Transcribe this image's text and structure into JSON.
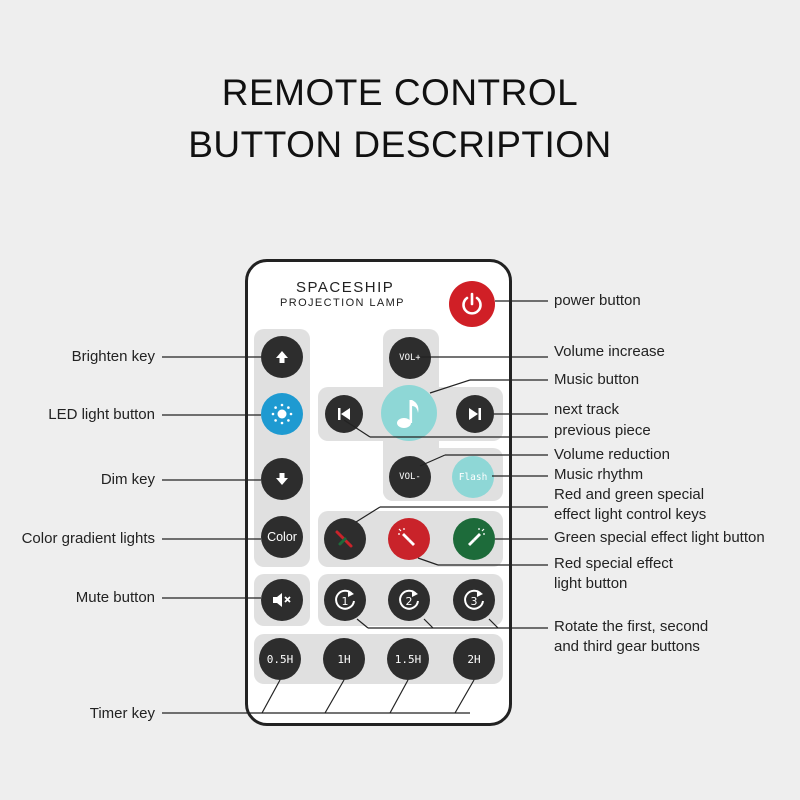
{
  "title": {
    "line1": "REMOTE CONTROL",
    "line2": "BUTTON DESCRIPTION"
  },
  "remote": {
    "brand_line1": "SPACESHIP",
    "brand_line2": "PROJECTION LAMP",
    "buttons": {
      "vol_up": "VOL+",
      "vol_down": "VOL-",
      "flash": "Flash",
      "color": "Color",
      "timer_05": "0.5H",
      "timer_1": "1H",
      "timer_15": "1.5H",
      "timer_2": "2H"
    },
    "colors": {
      "power": "#d01f26",
      "led": "#1e9ad1",
      "music": "#8ed7d6",
      "flash": "#8ed7d6",
      "red_effect": "#c9232a",
      "green_effect": "#1d6b3a"
    },
    "icons": [
      "power-icon",
      "up-arrow-icon",
      "sun-icon",
      "down-arrow-icon",
      "mute-icon",
      "music-note-icon",
      "previous-track-icon",
      "next-track-icon",
      "flashlight-icon",
      "rotate-1-icon",
      "rotate-2-icon",
      "rotate-3-icon"
    ]
  },
  "labels": {
    "left": {
      "brighten": "Brighten key",
      "led": "LED light button",
      "dim": "Dim key",
      "color": "Color gradient lights",
      "mute": "Mute button",
      "timer": "Timer key"
    },
    "right": {
      "power": "power button",
      "vol_up": "Volume increase",
      "music": "Music button",
      "next": "next track",
      "prev": "previous piece",
      "vol_down": "Volume reduction",
      "rhythm": "Music rhythm",
      "rg_line1": "Red and green special",
      "rg_line2": "effect light control keys",
      "green": "Green special effect light button",
      "red_line1": "Red special effect",
      "red_line2": "light button",
      "rotate_line1": "Rotate the first, second",
      "rotate_line2": "and third gear buttons"
    }
  }
}
